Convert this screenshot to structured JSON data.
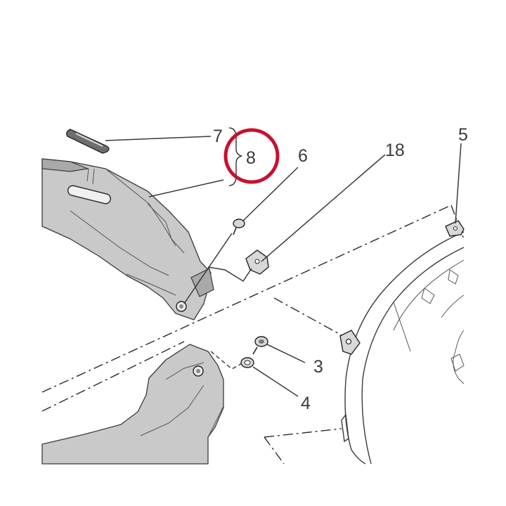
{
  "diagram": {
    "callouts": {
      "c3": "3",
      "c4": "4",
      "c5": "5",
      "c6": "6",
      "c7": "7",
      "c8": "8",
      "c18": "18"
    },
    "highlight_color": "#c8102e",
    "highlighted_callout": "8"
  }
}
